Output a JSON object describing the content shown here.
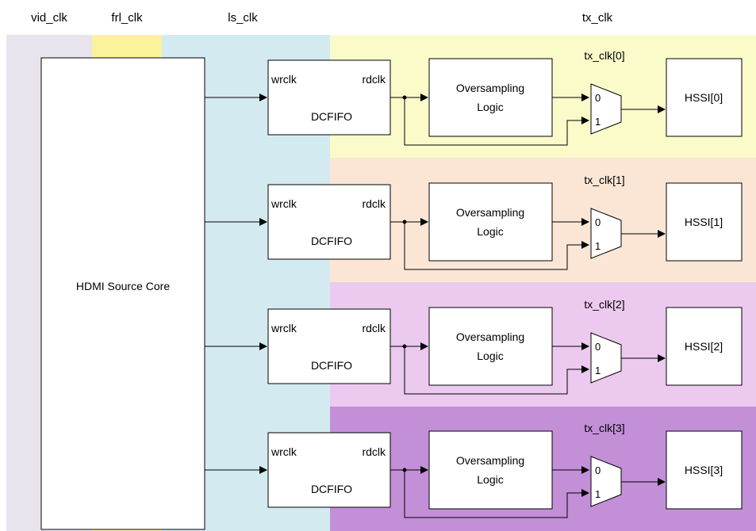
{
  "colors": {
    "vid_clk_band": "#e8e4ee",
    "frl_clk_band": "#fbf29a",
    "ls_clk_band": "#d3eaf1",
    "tx_lane_bands": [
      "#fafbc9",
      "#fbe6d6",
      "#ecc9ef",
      "#c38fd7"
    ],
    "block_fill": "#ffffff",
    "line": "#000000"
  },
  "clock_headers": {
    "vid_clk": "vid_clk",
    "frl_clk": "frl_clk",
    "ls_clk": "ls_clk",
    "tx_clk": "tx_clk"
  },
  "source_core": {
    "label": "HDMI Source Core"
  },
  "lanes": [
    {
      "clock_label": "tx_clk[0]",
      "fifo": {
        "wr_label": "wrclk",
        "rd_label": "rdclk",
        "name": "DCFIFO"
      },
      "logic_label": [
        "Oversampling",
        "Logic"
      ],
      "mux_inputs": [
        "0",
        "1"
      ],
      "hssi_label": "HSSI[0]"
    },
    {
      "clock_label": "tx_clk[1]",
      "fifo": {
        "wr_label": "wrclk",
        "rd_label": "rdclk",
        "name": "DCFIFO"
      },
      "logic_label": [
        "Oversampling",
        "Logic"
      ],
      "mux_inputs": [
        "0",
        "1"
      ],
      "hssi_label": "HSSI[1]"
    },
    {
      "clock_label": "tx_clk[2]",
      "fifo": {
        "wr_label": "wrclk",
        "rd_label": "rdclk",
        "name": "DCFIFO"
      },
      "logic_label": [
        "Oversampling",
        "Logic"
      ],
      "mux_inputs": [
        "0",
        "1"
      ],
      "hssi_label": "HSSI[2]"
    },
    {
      "clock_label": "tx_clk[3]",
      "fifo": {
        "wr_label": "wrclk",
        "rd_label": "rdclk",
        "name": "DCFIFO"
      },
      "logic_label": [
        "Oversampling",
        "Logic"
      ],
      "mux_inputs": [
        "0",
        "1"
      ],
      "hssi_label": "HSSI[3]"
    }
  ]
}
